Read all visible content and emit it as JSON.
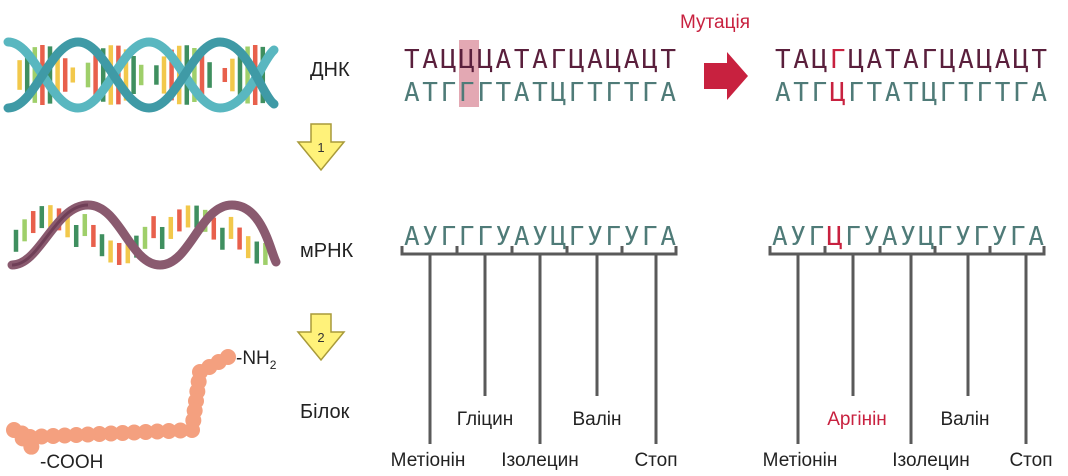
{
  "labels": {
    "dna": "ДНК",
    "mrna": "мРНК",
    "protein": "Білок",
    "mutation": "Мутація",
    "step1": "1",
    "step2": "2"
  },
  "dna": {
    "original_top": "ТАЦЦЦАТАГЦАЦАЦТ",
    "original_bottom": "АТГГГТАТЦГТГТГА",
    "mutated_top": {
      "before": "ТАЦ",
      "changed": "Г",
      "after": "ЦАТАГЦАЦАЦТ"
    },
    "mutated_bottom": {
      "before": "АТГ",
      "changed": "Ц",
      "after": "ГТАТЦГТГТГА"
    }
  },
  "mrna": {
    "original": "АУГГГУАУЦГУГУГА",
    "mutated": {
      "before": "АУГ",
      "changed": "Ц",
      "after": "ГУАУЦГУГУГА"
    }
  },
  "amino_acids": {
    "original": [
      "Метіонін",
      "Гліцин",
      "Ізолецин",
      "Валін",
      "Стоп"
    ],
    "mutated": [
      "Метіонін",
      "Аргінін",
      "Ізолецин",
      "Валін",
      "Стоп"
    ]
  },
  "chain": {
    "n_terminus": "-NH",
    "n_subscript": "2",
    "c_terminus": "-COOH"
  },
  "colors": {
    "dna_top": "#5a1f3c",
    "dna_bottom": "#4f7b78",
    "mutation": "#c8213f",
    "highlight": "#e3a8b3",
    "arrow_fill": "#fff27a",
    "arrow_stroke": "#a89a3a",
    "bead": "#f4a07f",
    "helix_teal": "#59b7c0",
    "helix_purple": "#8a5a6f"
  }
}
